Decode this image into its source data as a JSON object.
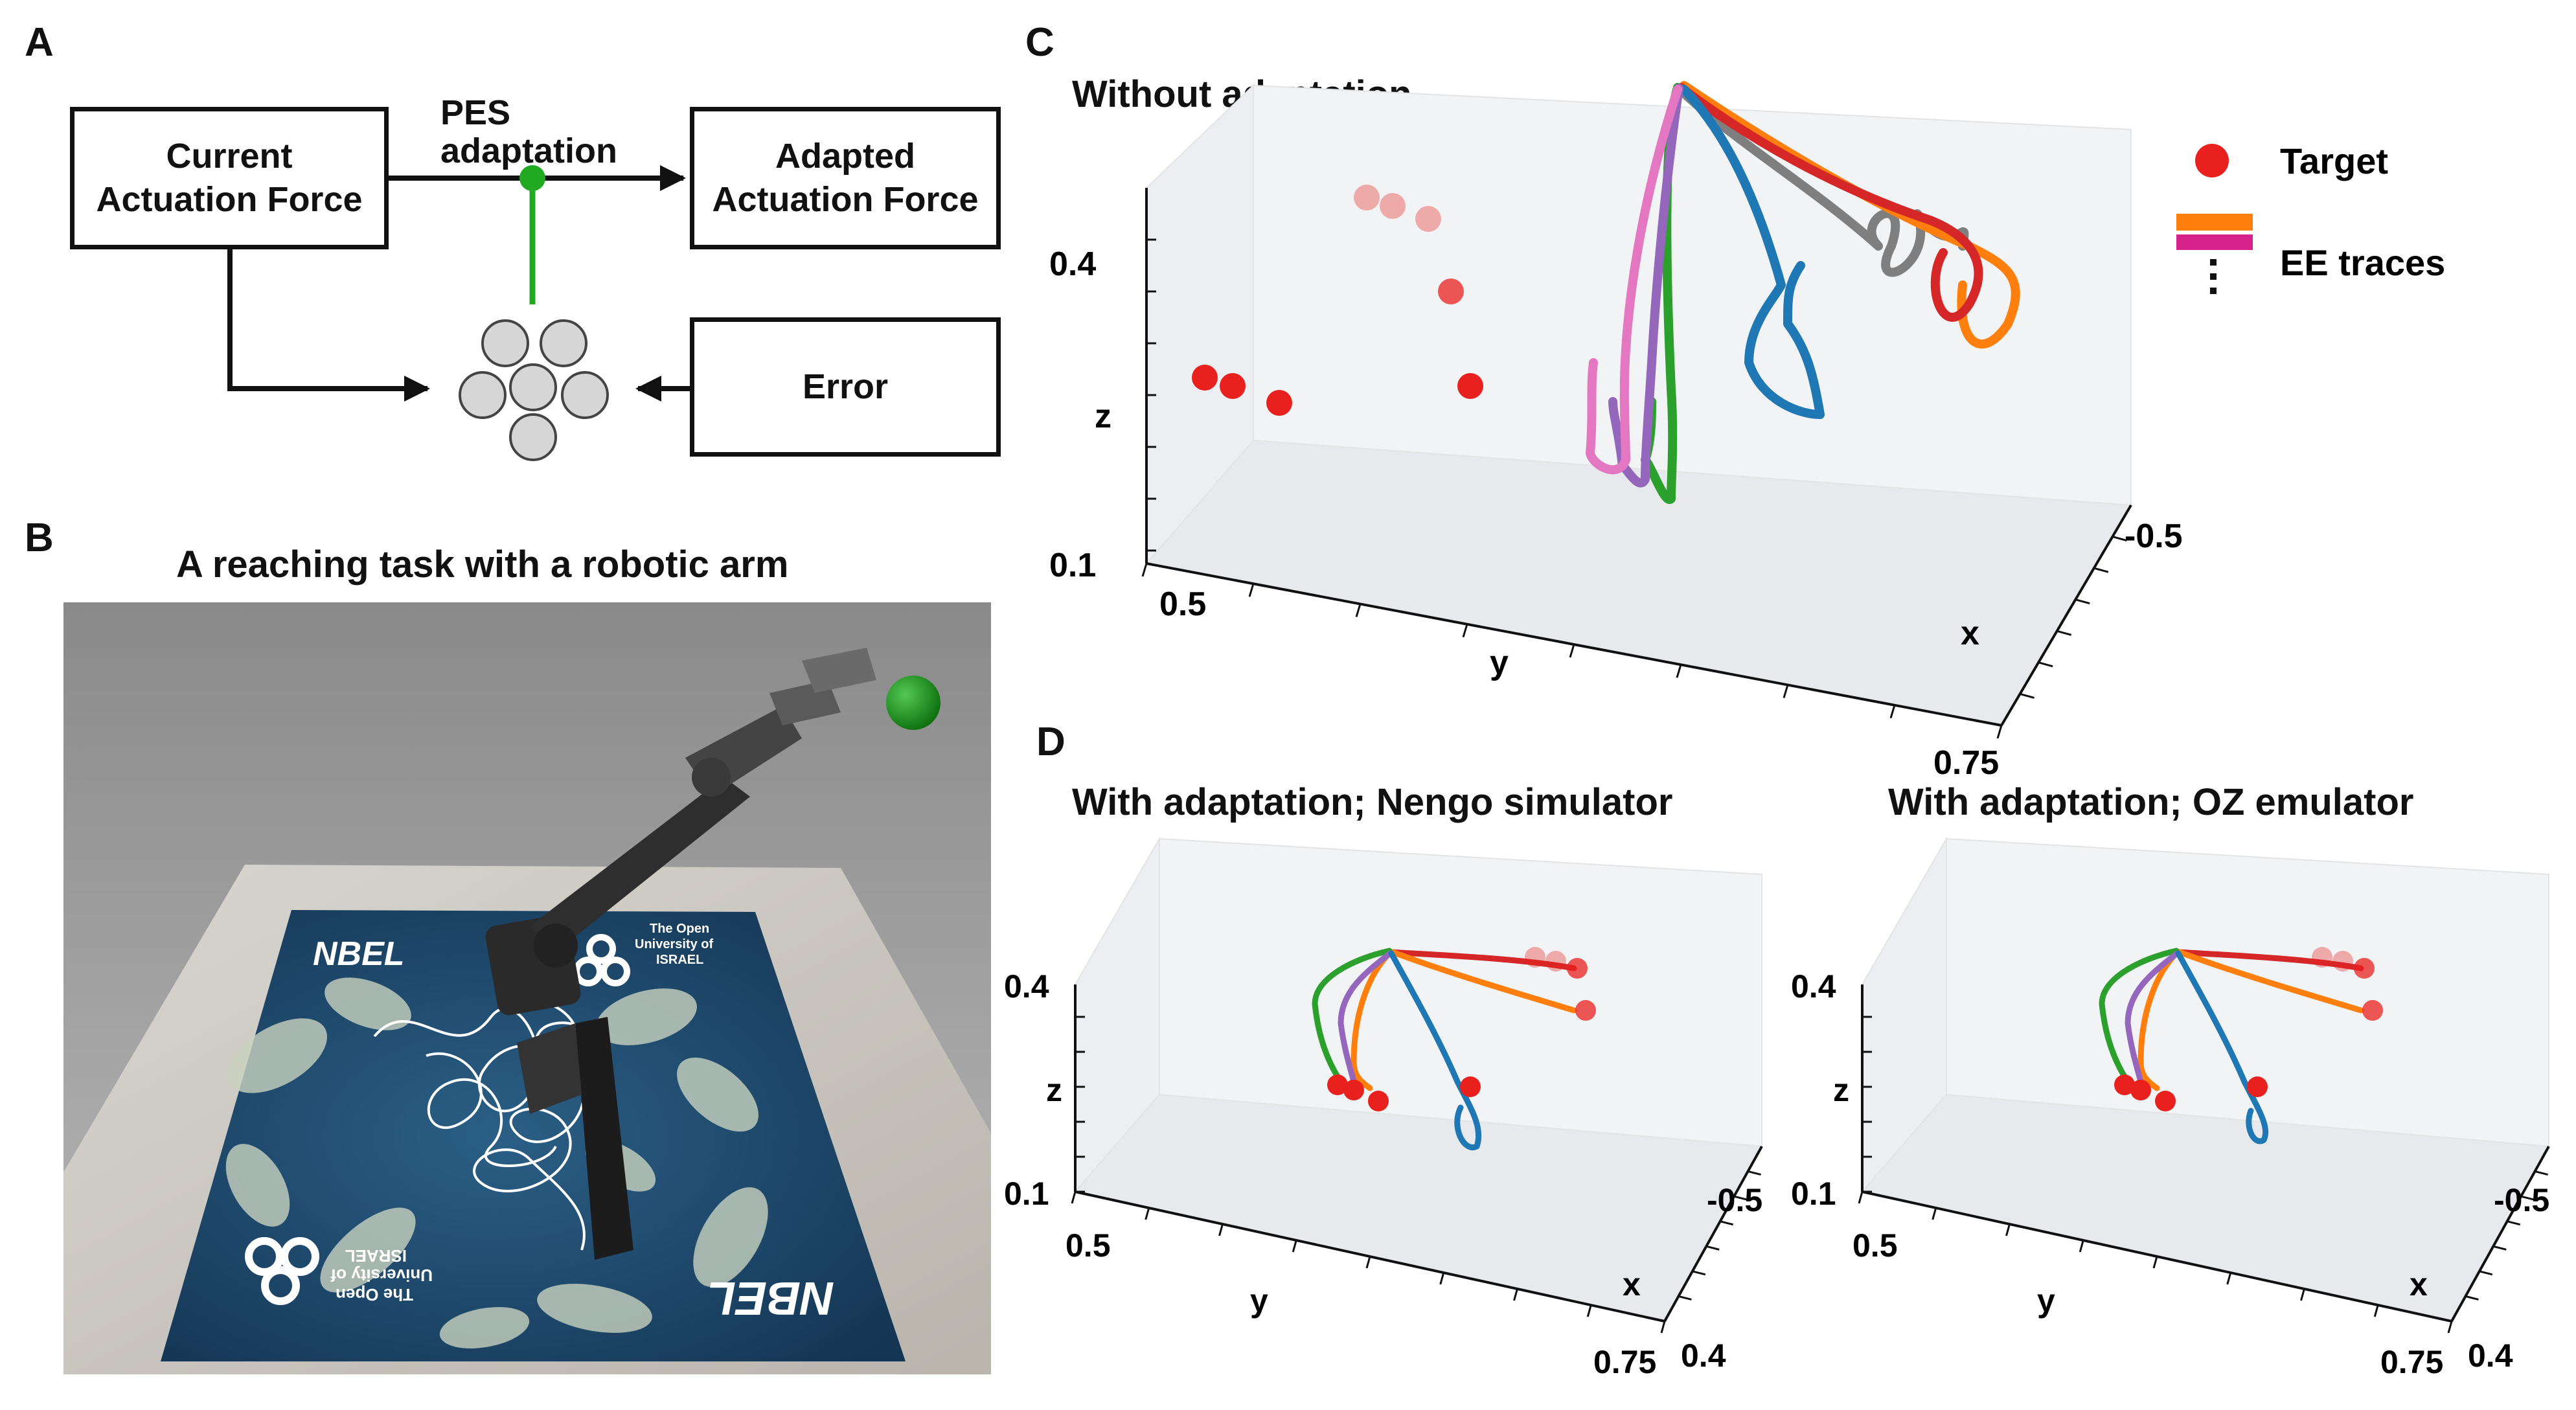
{
  "panels": {
    "a": {
      "letter": "A"
    },
    "b": {
      "letter": "B"
    },
    "c": {
      "letter": "C"
    },
    "d": {
      "letter": "D"
    }
  },
  "diagram": {
    "current_box": "Current\nActuation Force",
    "adapted_box": "Adapted\nActuation Force",
    "error_box": "Error",
    "pes_label": "PES\nadaptation"
  },
  "panel_b": {
    "title": "A reaching task with a robotic arm",
    "mat_logo_top": "NBEL",
    "mat_uni_top": "The Open\nUniversity of\nISRAEL",
    "mat_logo_bottom": "NBEL",
    "mat_uni_bottom": "The Open\nUniversity of\nISRAEL"
  },
  "colors": {
    "target": "#e8201e",
    "blue": "#1f77b4",
    "orange": "#ff7f0e",
    "green": "#2ca02c",
    "red": "#d62728",
    "purple": "#9467bd",
    "pink": "#e377c2",
    "gray": "#7f7f7f",
    "magenta": "#d6228a",
    "pes_green": "#22aa22"
  },
  "legend": {
    "target_label": "Target",
    "traces_label": "EE traces"
  },
  "chart_data": [
    {
      "type": "line",
      "panel": "C",
      "title": "Without adaptation",
      "xlabel": "x",
      "ylabel": "y",
      "zlabel": "z",
      "x_ticks": [
        "-0.5"
      ],
      "y_ticks": [
        "0.5",
        "0.75"
      ],
      "z_ticks": [
        "0.4",
        "0.1"
      ],
      "series_colors": [
        "blue",
        "orange",
        "green",
        "red",
        "purple",
        "pink",
        "gray"
      ],
      "series_count": 7
    },
    {
      "type": "line",
      "panel": "D",
      "title": "With adaptation; Nengo simulator",
      "xlabel": "x",
      "ylabel": "y",
      "zlabel": "z",
      "x_ticks": [
        "-0.5",
        "0.4"
      ],
      "y_ticks": [
        "0.5",
        "0.75"
      ],
      "z_ticks": [
        "0.4",
        "0.1"
      ],
      "series_colors": [
        "blue",
        "orange",
        "green",
        "red",
        "purple"
      ]
    },
    {
      "type": "line",
      "panel": "D",
      "title": "With adaptation; OZ emulator",
      "xlabel": "x",
      "ylabel": "y",
      "zlabel": "z",
      "x_ticks": [
        "-0.5",
        "0.4"
      ],
      "y_ticks": [
        "0.5",
        "0.75"
      ],
      "z_ticks": [
        "0.4",
        "0.1"
      ],
      "series_colors": [
        "blue",
        "orange",
        "green",
        "red",
        "purple"
      ]
    }
  ]
}
